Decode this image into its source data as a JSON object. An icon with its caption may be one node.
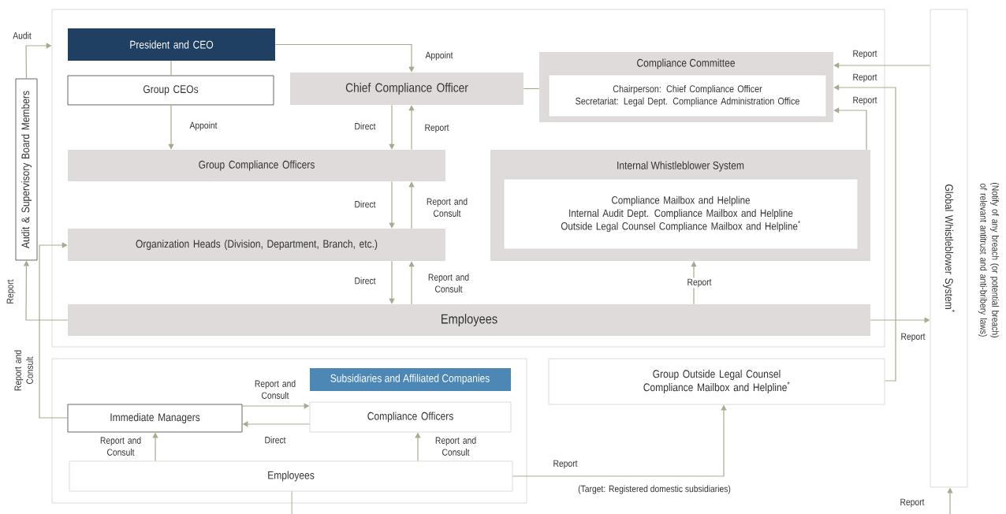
{
  "diagram": {
    "nodes": [
      {
        "text": [],
        "shape": "box"
      },
      {
        "text": [
          "President and CEO"
        ],
        "in": 0
      },
      {
        "text": [
          "Group CEOs"
        ],
        "in": 0
      },
      {
        "text": [
          "Chief Compliance Officer"
        ],
        "in": 0
      },
      {
        "text": [
          "Compliance Committee"
        ],
        "in": 0
      },
      {
        "text": [
          "Chairperson: Chief Compliance Officer",
          "Secretariat: Legal Dept. Compliance Administration Office"
        ],
        "in": 4
      },
      {
        "text": [
          "Group Compliance Officers"
        ],
        "in": 0
      },
      {
        "text": [
          "Internal Whistleblower System"
        ],
        "in": 0
      },
      {
        "text": [
          "Compliance Mailbox and Helpline",
          "Internal Audit Dept. Compliance Mailbox and Helpline",
          "Outside Legal Counsel Compliance Mailbox and Helpline$^{*}$"
        ],
        "in": 7
      },
      {
        "text": [
          "Organization Heads (Division, Department, Branch, etc.)"
        ],
        "in": 0
      },
      {
        "text": [
          "Employees"
        ],
        "in": 0
      },
      {
        "text": [
          "Audit & Supervisory Board Members"
        ]
      },
      {
        "text": [
          "Subsidiaries and Affiliated Companies"
        ]
      },
      {
        "text": [
          "Immediate Managers"
        ],
        "in": 12
      },
      {
        "text": [
          "Compliance Officers"
        ],
        "in": 12
      },
      {
        "text": [
          "Employees"
        ],
        "in": 12
      },
      {
        "text": [
          "Group Outside Legal Counsel Compliance Mailbox and Helpline$^{*}$"
        ]
      },
      {
        "text": [
          "Global Whistleblower System$^{*}$"
        ]
      }
    ],
    "edges": [
      {
        "from": 11,
        "to": 0,
        "arrow": "to",
        "label": "Audit"
      },
      {
        "from": 1,
        "to": 3,
        "arrow": "to",
        "label": "Appoint"
      },
      {
        "from": 1,
        "to": 2,
        "arrow": "none"
      },
      {
        "from": 2,
        "to": 6,
        "arrow": "to",
        "label": "Appoint"
      },
      {
        "from": 3,
        "to": 6,
        "arrow": "to",
        "label": "Direct"
      },
      {
        "from": 6,
        "to": 3,
        "arrow": "to",
        "label": "Report"
      },
      {
        "from": 3,
        "to": 4,
        "arrow": "none"
      },
      {
        "from": 6,
        "to": 9,
        "arrow": "to",
        "label": "Direct"
      },
      {
        "from": 9,
        "to": 6,
        "arrow": "to",
        "label": "Report and Consult"
      },
      {
        "from": 9,
        "to": 10,
        "arrow": "to",
        "label": "Direct"
      },
      {
        "from": 10,
        "to": 9,
        "arrow": "to",
        "label": "Report and Consult"
      },
      {
        "from": 10,
        "to": 7,
        "arrow": "to",
        "label": "Report"
      },
      {
        "from": 7,
        "to": 4,
        "arrow": "to",
        "label": "Report"
      },
      {
        "from": 17,
        "to": 4,
        "arrow": "to",
        "label": "Report"
      },
      {
        "from": 16,
        "to": 4,
        "arrow": "to",
        "label": "Report"
      },
      {
        "from": 10,
        "to": 17,
        "arrow": "to",
        "label": "Report"
      },
      {
        "from": 10,
        "to": 11,
        "arrow": "to",
        "label": "Report"
      },
      {
        "from": 13,
        "to": 9,
        "arrow": "to",
        "label": "Report and Consult"
      },
      {
        "from": 13,
        "to": 14,
        "arrow": "to",
        "label": "Report and Consult"
      },
      {
        "from": 14,
        "to": 13,
        "arrow": "to",
        "label": "Direct"
      },
      {
        "from": 15,
        "to": 13,
        "arrow": "to",
        "label": "Report and Consult"
      },
      {
        "from": 15,
        "to": 14,
        "arrow": "to",
        "label": "Report and Consult"
      },
      {
        "from": 15,
        "to": 16,
        "arrow": "to",
        "label": "Report"
      },
      {
        "from": null,
        "to": 17,
        "arrow": "to",
        "label": "Report"
      },
      {
        "from": 15,
        "to": null,
        "arrow": "none"
      }
    ],
    "labels": [
      "(Target: Registered domestic subsidiaries)",
      "(Notify of any breach (or potential breach) of relevant antitrust and anti-bribery laws)"
    ]
  }
}
